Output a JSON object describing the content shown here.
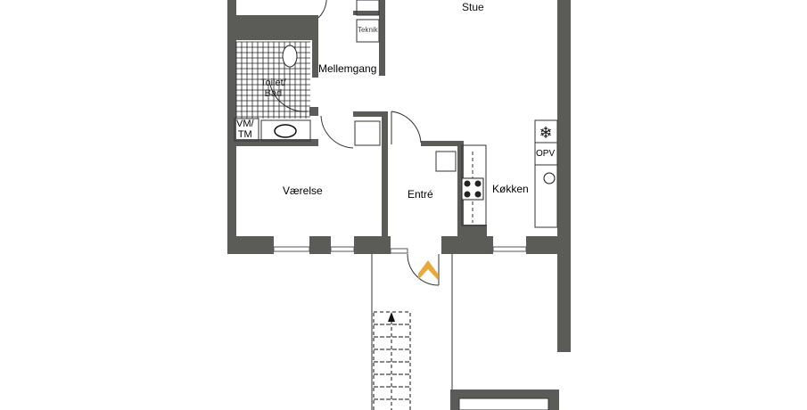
{
  "rooms": {
    "stue": "Stue",
    "mellemgang": "Mellemgang",
    "teknik": "Teknik",
    "toilet_bad_1": "Toilet/",
    "toilet_bad_2": "Bad",
    "vm_tm_1": "VM/",
    "vm_tm_2": "TM",
    "vaerelse": "Værelse",
    "entre": "Entré",
    "kokken": "Køkken",
    "opv": "OPV"
  },
  "colors": {
    "wall": "#5b5b58",
    "entrance_arrow": "#e8a93a"
  }
}
